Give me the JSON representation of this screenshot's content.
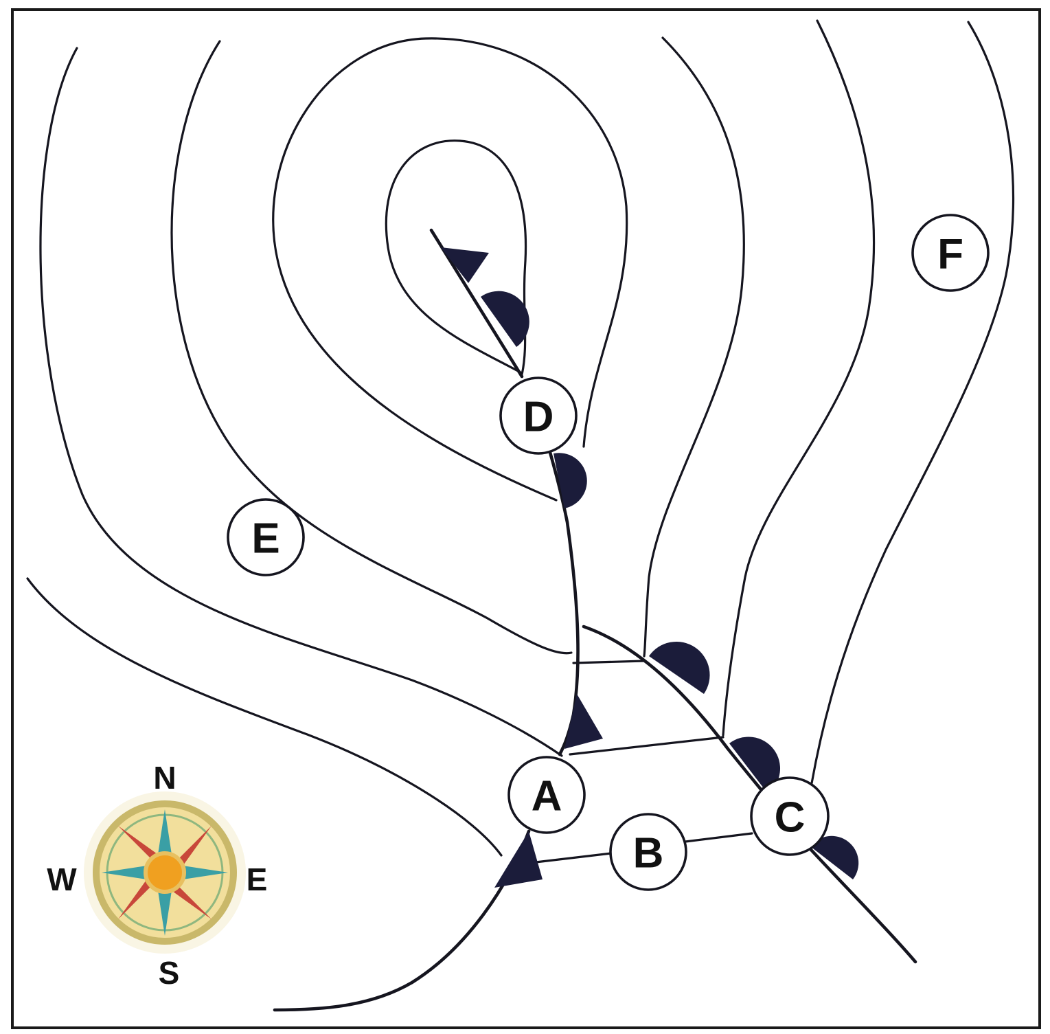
{
  "map": {
    "points": [
      {
        "id": "A",
        "label": "A"
      },
      {
        "id": "B",
        "label": "B"
      },
      {
        "id": "C",
        "label": "C"
      },
      {
        "id": "D",
        "label": "D"
      },
      {
        "id": "E",
        "label": "E"
      },
      {
        "id": "F",
        "label": "F"
      }
    ],
    "fronts": [
      {
        "id": "occluded",
        "type": "occluded front"
      },
      {
        "id": "cold",
        "type": "cold front"
      },
      {
        "id": "warm",
        "type": "warm front"
      }
    ]
  },
  "compass": {
    "north": "N",
    "south": "S",
    "east": "E",
    "west": "W",
    "icon": "compass-rose-icon"
  },
  "colors": {
    "line": "#15151f",
    "front_symbol": "#1b1c3a",
    "compass_ring_outer": "#c9b86a",
    "compass_fill": "#f2df9c",
    "compass_points_red": "#c8473a",
    "compass_points_teal": "#3a9fa5",
    "compass_center": "#f0a020"
  }
}
